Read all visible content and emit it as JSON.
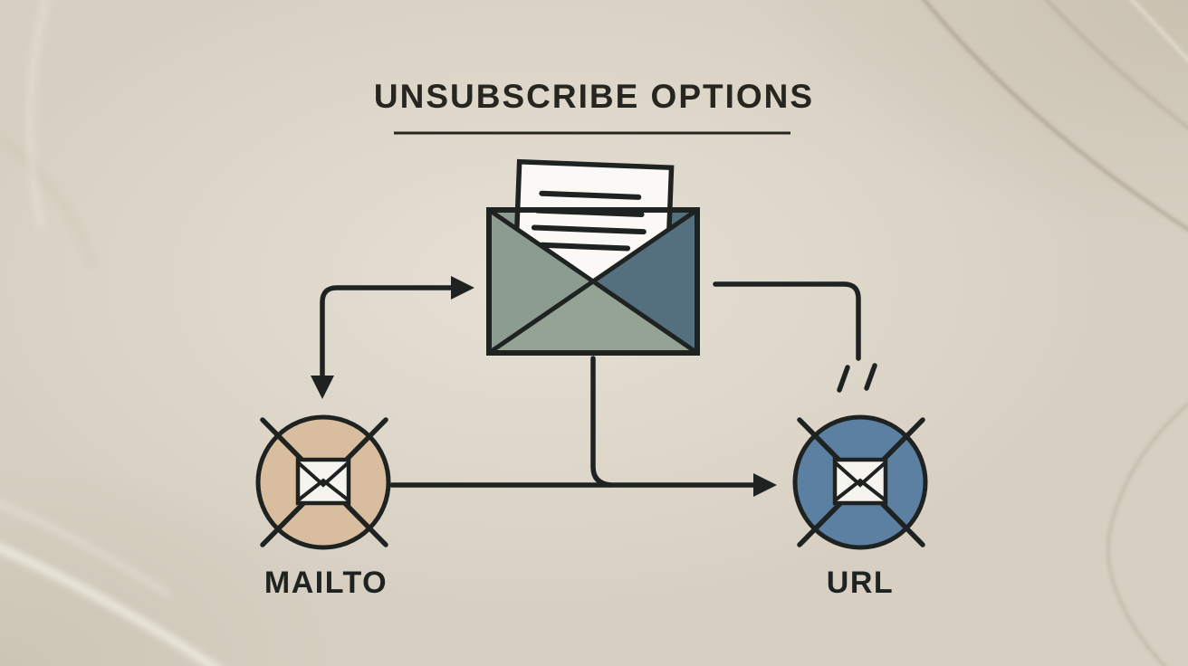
{
  "title": {
    "text": "UNSUBSCRIBE OPTIONS"
  },
  "diagram": {
    "center_node": {
      "name": "email-message",
      "icon": "open-envelope-with-letter"
    },
    "options": [
      {
        "id": "mailto",
        "label": "MAILTO",
        "fill": "#D8BE9E",
        "icon": "crossed-out-envelope"
      },
      {
        "id": "url",
        "label": "URL",
        "fill": "#5C80A2",
        "icon": "crossed-out-envelope"
      }
    ]
  },
  "colors": {
    "background": "#D7D0C2",
    "ink": "#1E2220",
    "title": "#26251F",
    "envelope_left": "#8C9C91",
    "envelope_right": "#546F7E",
    "envelope_bottom": "#95A394",
    "envelope_sliver": "#546F7E",
    "paper": "#FBF9F5",
    "small_envelope": "#F6F4EE"
  }
}
